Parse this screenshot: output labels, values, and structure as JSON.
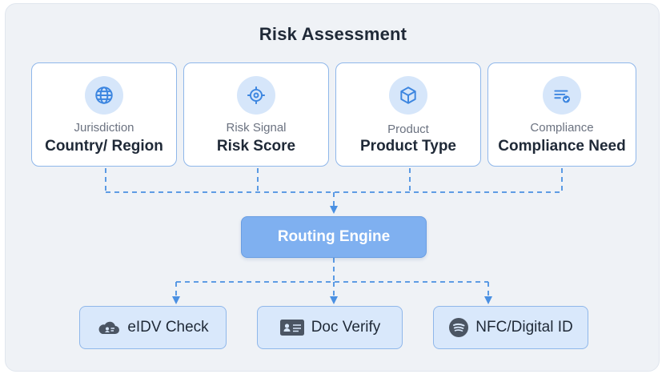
{
  "diagram": {
    "title": "Risk Assessment",
    "inputs": [
      {
        "category": "Jurisdiction",
        "value": "Country/ Region",
        "icon": "globe-icon"
      },
      {
        "category": "Risk Signal",
        "value": "Risk Score",
        "icon": "target-icon"
      },
      {
        "category": "Product",
        "value": "Product Type",
        "icon": "cube-icon"
      },
      {
        "category": "Compliance",
        "value": "Compliance Need",
        "icon": "document-check-icon"
      }
    ],
    "engine": {
      "label": "Routing Engine"
    },
    "outputs": [
      {
        "label": "eIDV Check",
        "icon": "cloud-id-icon"
      },
      {
        "label": "Doc Verify",
        "icon": "id-card-icon"
      },
      {
        "label": "NFC/Digital ID",
        "icon": "nfc-icon"
      }
    ],
    "colors": {
      "accent": "#4a90e2",
      "card_border": "#8fb7ea",
      "engine_fill": "#7fb0f0",
      "output_fill": "#d9e8fb",
      "background": "#eff2f6"
    }
  }
}
